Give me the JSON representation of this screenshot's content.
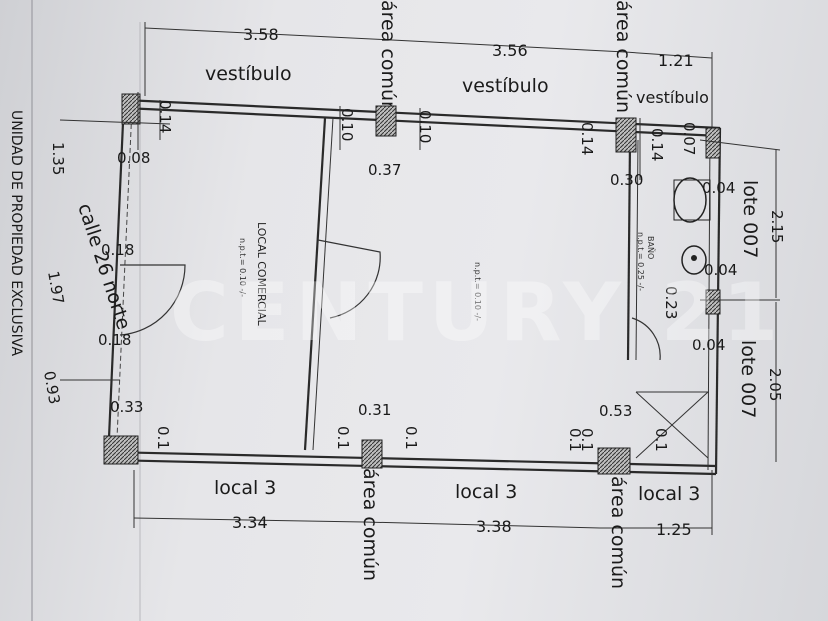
{
  "top": {
    "dim_left": "3.58",
    "dim_mid": "3.56",
    "dim_right": "1.21",
    "room_left": "vestíbulo",
    "room_mid": "vestíbulo",
    "room_right": "vestíbulo",
    "common_left": "área común",
    "common_right": "área común"
  },
  "interior": {
    "d_014_a": "0.14",
    "d_008": "0.08",
    "d_010_a": "0.10",
    "d_010_b": "0.10",
    "d_037": "0.37",
    "d_014_b": "0.14",
    "d_007": "0.07",
    "d_014_c": "0.14",
    "d_030": "0.30",
    "d_004_a": "0.04",
    "d_004_b": "0.04",
    "d_023": "0.23",
    "d_004_c": "0.04",
    "d_018_a": "0.18",
    "d_018_b": "0.18",
    "d_033": "0.33",
    "d_031": "0.31",
    "d_053": "0.53",
    "d_01_a": "0.1",
    "d_01_b": "0.1",
    "d_01_c": "0.1",
    "d_01_d": "0.1",
    "d_01_e": "0.1",
    "d_01_f": "0.1",
    "local_label": "LOCAL COMERCIAL",
    "local_level": "n.p.t.= 0.10 -/-",
    "mid_level": "n.p.t.= 0.10 -/-",
    "bath_label": "BAÑO",
    "bath_level": "n.p.t.= 0.25 -/-"
  },
  "left": {
    "d_135": "1.35",
    "street": "calle 26 norte",
    "d_197": "1.97",
    "d_093": "0.93",
    "title": "UNIDAD DE PROPIEDAD EXCLUSIVA"
  },
  "right": {
    "lot_a": "lote 007",
    "lot_a_dim": "2.15",
    "lot_b": "lote 007",
    "lot_b_dim": "2.05"
  },
  "bottom": {
    "local_a": "local 3",
    "local_b": "local 3",
    "local_c": "local 3",
    "dim_a": "3.34",
    "dim_b": "3.38",
    "dim_c": "1.25",
    "common_a": "área común",
    "common_b": "área común"
  },
  "watermark": "CENTURY 21"
}
